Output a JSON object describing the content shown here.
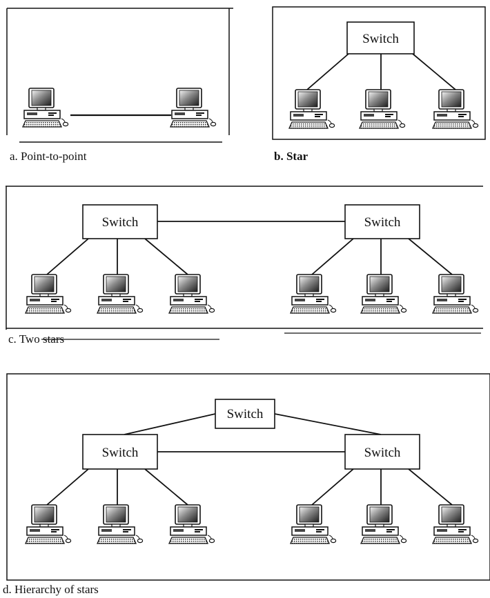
{
  "panels": {
    "a": {
      "caption": "a. Point-to-point"
    },
    "b": {
      "caption": "b. Star",
      "switch_label": "Switch"
    },
    "c": {
      "caption": "c. Two stars",
      "switch_left_label": "Switch",
      "switch_right_label": "Switch"
    },
    "d": {
      "caption": "d. Hierarchy of stars",
      "switch_top_label": "Switch",
      "switch_left_label": "Switch",
      "switch_right_label": "Switch"
    }
  },
  "icons": {
    "computer": "desktop-computer-icon"
  },
  "colors": {
    "line": "#111111",
    "screen": "#3a3a3a",
    "background": "#ffffff"
  }
}
